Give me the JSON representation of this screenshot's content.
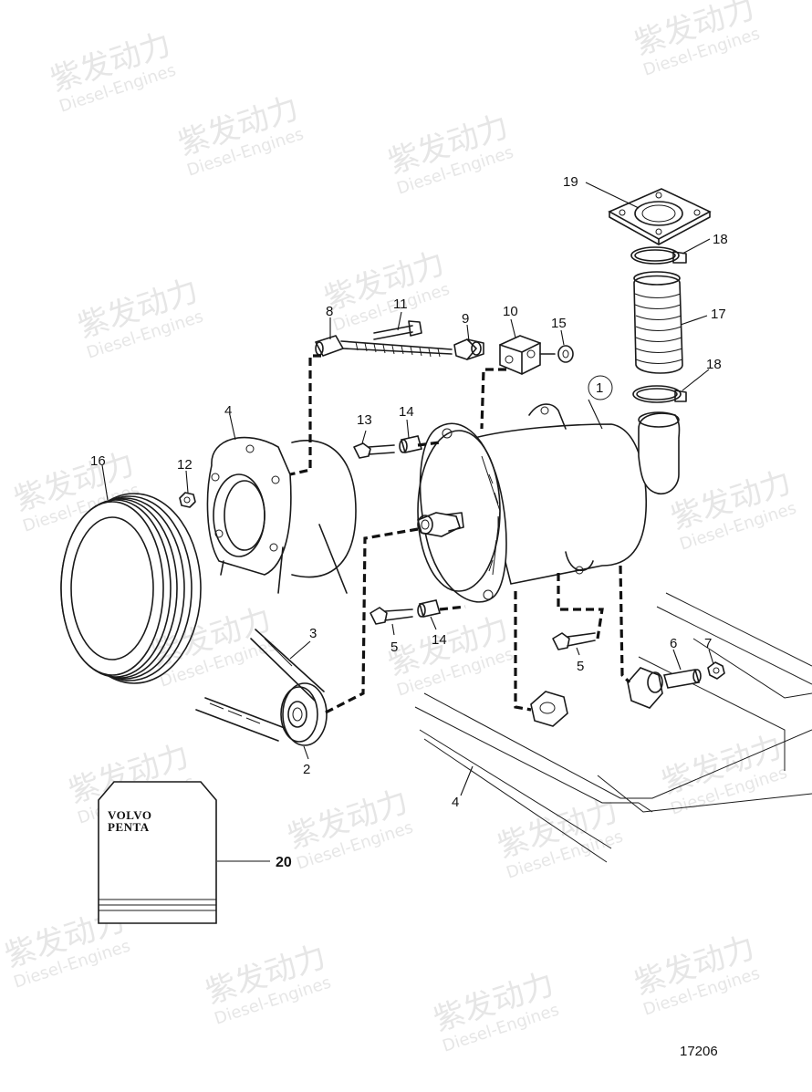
{
  "watermark": {
    "brand": "紫发动力",
    "sub": "Diesel-Engines"
  },
  "callouts": {
    "c1": "1",
    "c2": "2",
    "c3": "3",
    "c4_flange": "4",
    "c4_frame": "4",
    "c5_left": "5",
    "c5_right": "5",
    "c6": "6",
    "c7": "7",
    "c8": "8",
    "c9": "9",
    "c10": "10",
    "c11": "11",
    "c12": "12",
    "c13": "13",
    "c14_upper": "14",
    "c14_lower": "14",
    "c15": "15",
    "c16": "16",
    "c17": "17",
    "c18_upper": "18",
    "c18_lower": "18",
    "c19": "19",
    "c20": "20"
  },
  "manual_logo": {
    "line1": "VOLVO",
    "line2": "PENTA"
  },
  "figure_number": "17206"
}
